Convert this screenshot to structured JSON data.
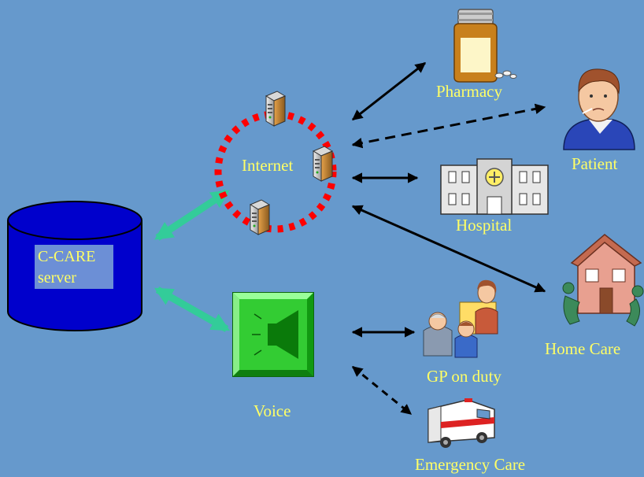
{
  "colors": {
    "background": "#6699cc",
    "label": "#ffff66",
    "server_body": "#0000cc",
    "server_label_box": "#6c8fd6",
    "internet_ring": "#ff0000",
    "server_link_arrows": "#33cc99",
    "voice_box": "#33cc33",
    "arrows": "#000000"
  },
  "server": {
    "line1": "C-CARE",
    "line2": "server"
  },
  "nodes": {
    "internet": "Internet",
    "voice": "Voice",
    "pharmacy": "Pharmacy",
    "patient": "Patient",
    "hospital": "Hospital",
    "home_care": "Home Care",
    "gp_on_duty": "GP on duty",
    "emergency_care": "Emergency Care"
  },
  "icons": {
    "server": "database-cylinder-icon",
    "internet_computers": "computer-tower-icon",
    "voice": "speaker-icon",
    "pharmacy": "medicine-bottle-icon",
    "patient": "patient-boy-icon",
    "hospital": "hospital-building-icon",
    "home_care": "house-icon",
    "gp_on_duty": "doctor-family-icon",
    "emergency_care": "ambulance-icon"
  }
}
